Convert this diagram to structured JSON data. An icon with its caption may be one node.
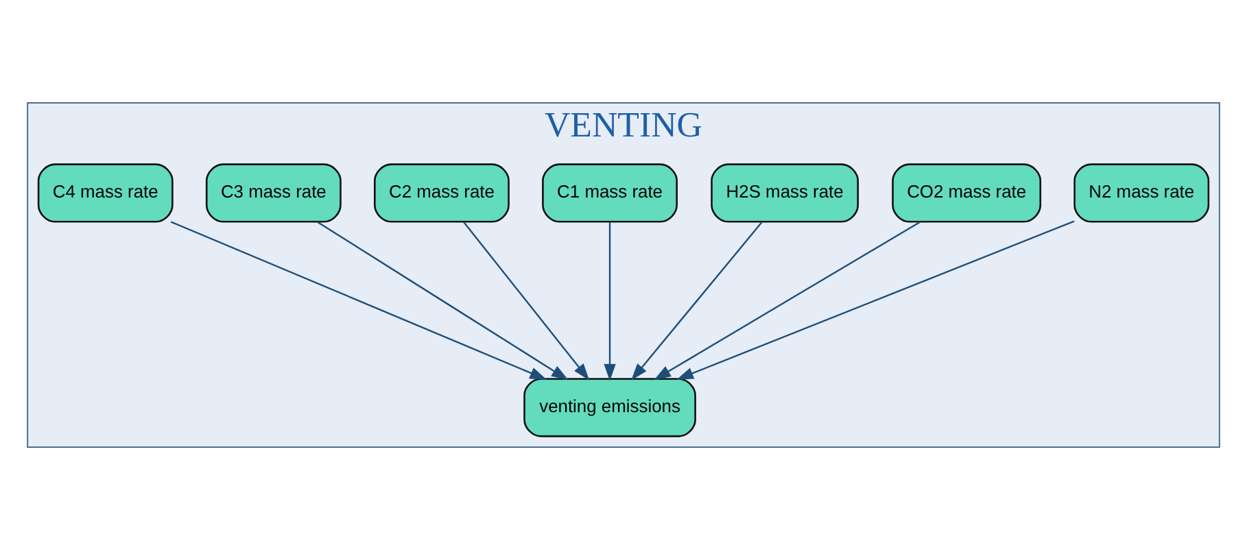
{
  "diagram": {
    "nodes": [
      {
        "text": [
          "VENTING"
        ]
      },
      {
        "text": [
          "N2 mass rate"
        ],
        "in": 0
      },
      {
        "text": [
          "CO2 mass rate"
        ],
        "in": 0
      },
      {
        "text": [
          "H2S mass rate"
        ],
        "in": 0
      },
      {
        "text": [
          "C1 mass rate"
        ],
        "in": 0
      },
      {
        "text": [
          "C2 mass rate"
        ],
        "in": 0
      },
      {
        "text": [
          "C3 mass rate"
        ],
        "in": 0
      },
      {
        "text": [
          "C4 mass rate"
        ],
        "in": 0
      },
      {
        "text": [
          "venting emissions"
        ],
        "in": 0
      }
    ],
    "edges": [
      {
        "from": 1,
        "to": 8,
        "arrow": "to"
      },
      {
        "from": 2,
        "to": 8,
        "arrow": "to"
      },
      {
        "from": 3,
        "to": 8,
        "arrow": "to"
      },
      {
        "from": 4,
        "to": 8,
        "arrow": "to"
      },
      {
        "from": 5,
        "to": 8,
        "arrow": "to"
      },
      {
        "from": 6,
        "to": 8,
        "arrow": "to"
      },
      {
        "from": 7,
        "to": 8,
        "arrow": "to"
      }
    ]
  }
}
